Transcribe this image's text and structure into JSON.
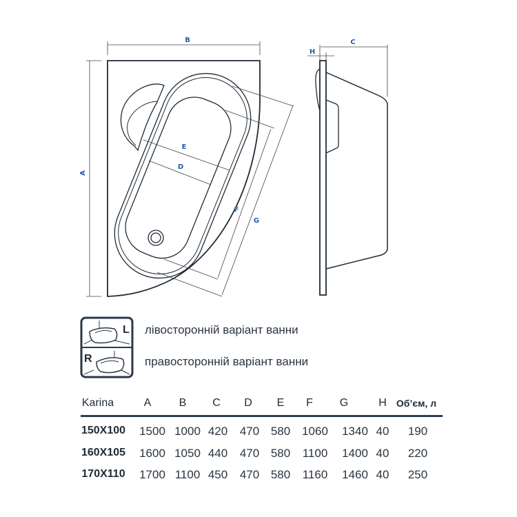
{
  "diagram": {
    "dimension_labels": {
      "A": "A",
      "B": "B",
      "C": "C",
      "D": "D",
      "E": "E",
      "F": "F",
      "G": "G",
      "H": "H"
    }
  },
  "legend": {
    "icon_left_letter": "L",
    "icon_right_letter": "R",
    "left_label": "лівосторонній варіант ванни",
    "right_label": "правосторонній варіант ванни"
  },
  "table": {
    "headers": [
      "Karina",
      "A",
      "B",
      "C",
      "D",
      "E",
      "F",
      "G",
      "H",
      "Об’єм, л"
    ],
    "rows": [
      [
        "150X100",
        "1500",
        "1000",
        "420",
        "470",
        "580",
        "1060",
        "1340",
        "40",
        "190"
      ],
      [
        "160X105",
        "1600",
        "1050",
        "440",
        "470",
        "580",
        "1100",
        "1400",
        "40",
        "220"
      ],
      [
        "170X110",
        "1700",
        "1100",
        "450",
        "470",
        "580",
        "1160",
        "1460",
        "40",
        "250"
      ]
    ]
  },
  "colors": {
    "label": "#1f5fae",
    "line": "#1f2a36"
  }
}
